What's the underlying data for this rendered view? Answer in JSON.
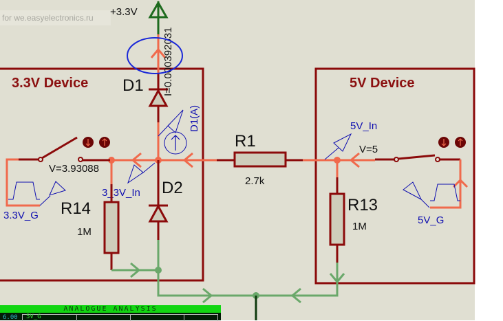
{
  "watermark": "for we.easyelectronics.ru",
  "power": {
    "label": "+3.3V"
  },
  "current_probe": {
    "label": "I=0.000392031"
  },
  "blocks": {
    "left": {
      "title": "3.3V Device"
    },
    "right": {
      "title": "5V Device"
    }
  },
  "components": {
    "D1": {
      "ref": "D1"
    },
    "D2": {
      "ref": "D2"
    },
    "R1": {
      "ref": "R1",
      "value": "2.7k"
    },
    "R13": {
      "ref": "R13",
      "value": "1M"
    },
    "R14": {
      "ref": "R14",
      "value": "1M"
    }
  },
  "probes": {
    "d1_current": "D1(A)",
    "in33": "3_3V_In",
    "in5": "5V_In",
    "gen33": "3.3V_G",
    "gen5": "5V_G"
  },
  "voltages": {
    "left": "V=3.93088",
    "right": "V=5"
  },
  "colors": {
    "wire_active": "#f06a4c",
    "wire_idle": "#8b0000",
    "wire_ground": "#6aa86a",
    "power_symbol": "#1e6b1e",
    "probe_blue": "#1010b0",
    "block_border": "#8b0a0a",
    "annotation_circle": "#1a28d8"
  },
  "analysis_panel": {
    "title": "ANALOGUE ANALYSIS",
    "y_max": "6.00",
    "trace": "5V_G"
  }
}
